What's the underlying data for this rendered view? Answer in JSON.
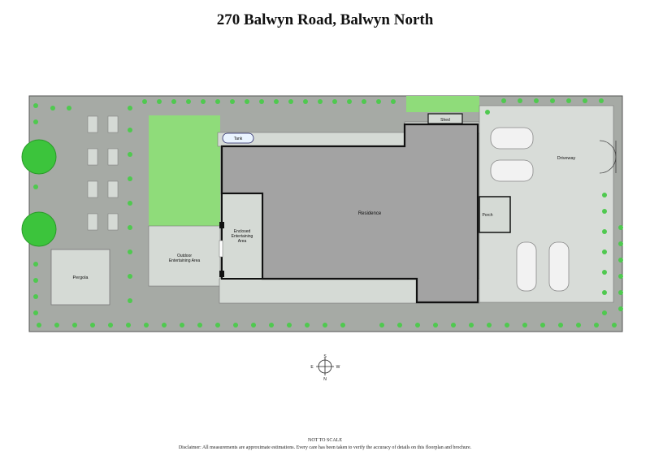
{
  "title": "270 Balwyn Road, Balwyn North",
  "labels": {
    "tank": "Tank",
    "shed": "Shed",
    "driveway": "Driveway",
    "residence": "Residence",
    "porch": "Porch",
    "enclosed_line1": "Enclosed",
    "enclosed_line2": "Entertaining",
    "enclosed_line3": "Area",
    "outdoor_line1": "Outdoor",
    "outdoor_line2": "Entertaining Area",
    "pergola": "Pergola"
  },
  "compass": {
    "north": "N",
    "south": "S",
    "east": "E",
    "west": "W"
  },
  "footer": {
    "scale_note": "NOT TO SCALE",
    "disclaimer": "Disclaimer: All measurements are approximate estimations. Every care has been taken to verify the accuracy of details on this floorplan and brochure."
  },
  "colors": {
    "site_grey": "#a6aaa5",
    "lawn": "#8fdc7a",
    "tree": "#3cc43c",
    "hedge": "#4fc94f",
    "paving": "#d5dad5",
    "residence": "#a3a3a3",
    "driveway": "#d8dcd8"
  }
}
